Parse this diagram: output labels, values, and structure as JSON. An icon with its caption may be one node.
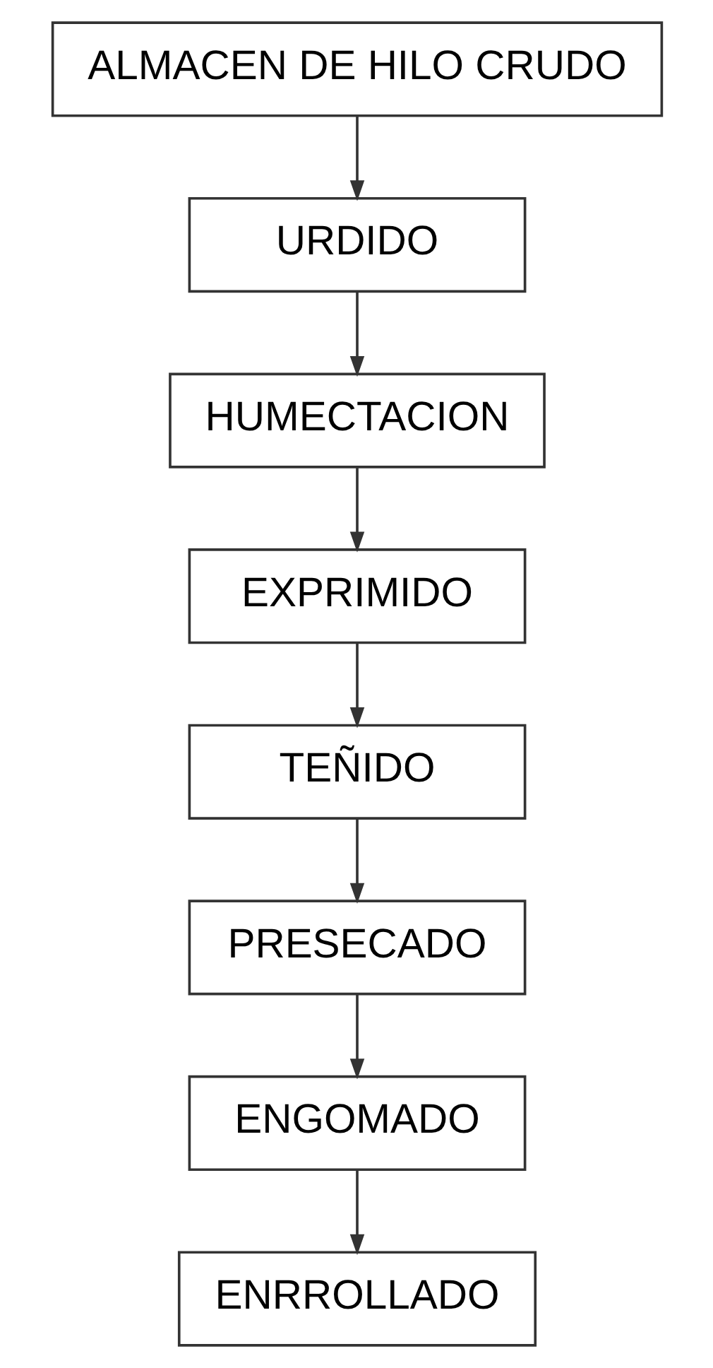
{
  "diagram": {
    "nodes": [
      {
        "text": [
          "ALMACEN DE HILO CRUDO"
        ]
      },
      {
        "text": [
          "URDIDO"
        ]
      },
      {
        "text": [
          "HUMECTACION"
        ]
      },
      {
        "text": [
          "EXPRIMIDO"
        ]
      },
      {
        "text": [
          "TEÑIDO"
        ]
      },
      {
        "text": [
          "PRESECADO"
        ]
      },
      {
        "text": [
          "ENGOMADO"
        ]
      },
      {
        "text": [
          "ENRROLLADO"
        ]
      }
    ],
    "edges": [
      {
        "from": 0,
        "to": 1,
        "arrow": "to"
      },
      {
        "from": 1,
        "to": 2,
        "arrow": "to"
      },
      {
        "from": 2,
        "to": 3,
        "arrow": "to"
      },
      {
        "from": 3,
        "to": 4,
        "arrow": "to"
      },
      {
        "from": 4,
        "to": 5,
        "arrow": "to"
      },
      {
        "from": 5,
        "to": 6,
        "arrow": "to"
      },
      {
        "from": 6,
        "to": 7,
        "arrow": "to"
      }
    ]
  }
}
